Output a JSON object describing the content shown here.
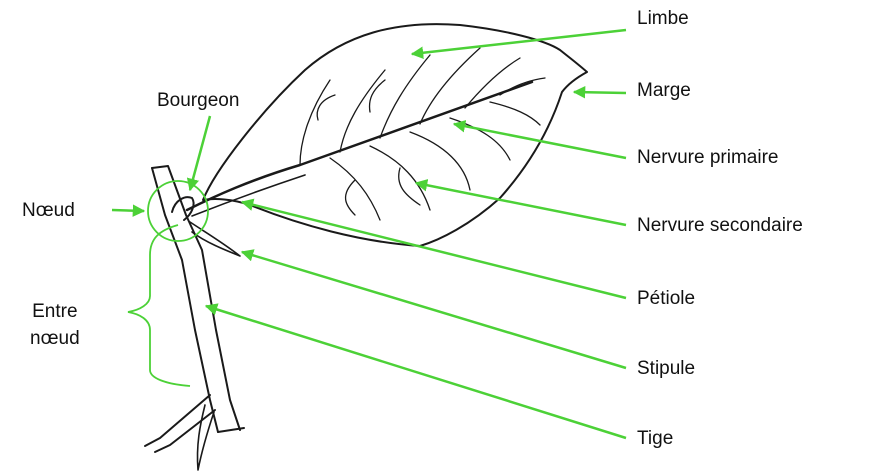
{
  "diagram": {
    "accent_color": "#4cd137",
    "ink_color": "#1a1a1a",
    "labels": {
      "limbe": "Limbe",
      "marge": "Marge",
      "nervure_primaire": "Nervure primaire",
      "nervure_secondaire": "Nervure secondaire",
      "petiole": "Pétiole",
      "stipule": "Stipule",
      "tige": "Tige",
      "bourgeon": "Bourgeon",
      "noeud": "Nœud",
      "entre_noeud": "Entre\nnœud"
    }
  }
}
